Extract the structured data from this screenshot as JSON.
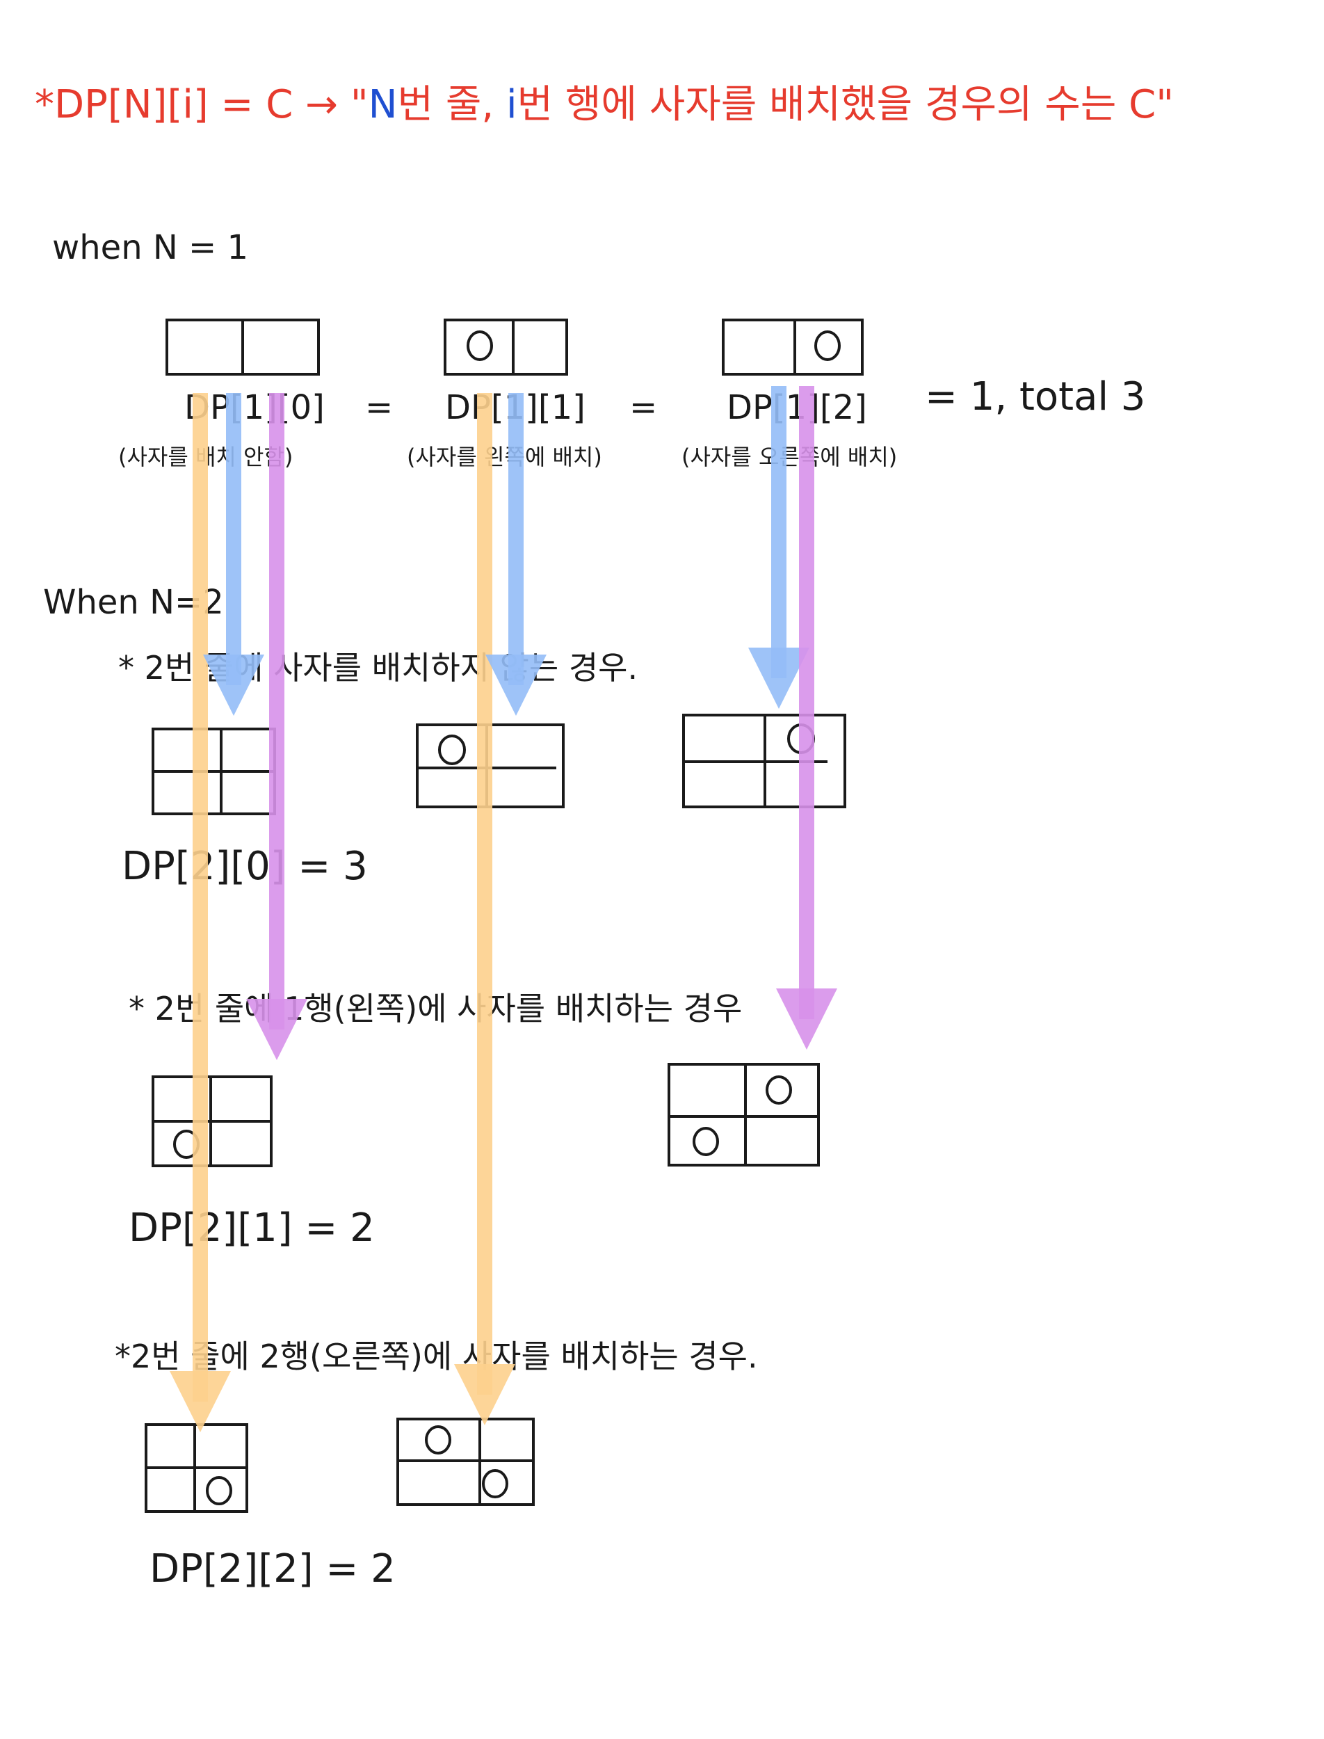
{
  "title": {
    "part1": "*DP[N][i] = C  → \"",
    "n_letter": "N",
    "part2": "번 줄, ",
    "i_letter": "i",
    "part3": "번 행에 사자를 배치했을 경우의 수는 C\""
  },
  "section_n1": {
    "label": "when N = 1",
    "dp_labels": [
      "DP[1][0]",
      "=",
      "DP[1][1]",
      "=",
      "DP[1][2]",
      "= 1, total 3"
    ],
    "captions": [
      "(사자를 배치 안함)",
      "(사자를 왼쪽에 배치)",
      "(사자를 오른쪽에 배치)"
    ],
    "circle": "O"
  },
  "section_n2": {
    "label": "When N=2",
    "case0": {
      "heading": "* 2번 줄에 사자를 배치하지 않는 경우.",
      "result": "DP[2][0] = 3"
    },
    "case1": {
      "heading": "* 2번 줄에  1행(왼쪽)에  사자를 배치하는 경우",
      "result": "DP[2][1] = 2"
    },
    "case2": {
      "heading": "*2번 줄에  2행(오른쪽)에  사자를 배치하는 경우.",
      "result": "DP[2][2] = 2"
    }
  },
  "colors": {
    "title_red": "#e63b2e",
    "title_blue": "#1f4fd1",
    "arrow_orange": "#fdd08d",
    "arrow_blue": "#93bdf7",
    "arrow_purple": "#d791ea",
    "ink": "#1a1a1a"
  }
}
